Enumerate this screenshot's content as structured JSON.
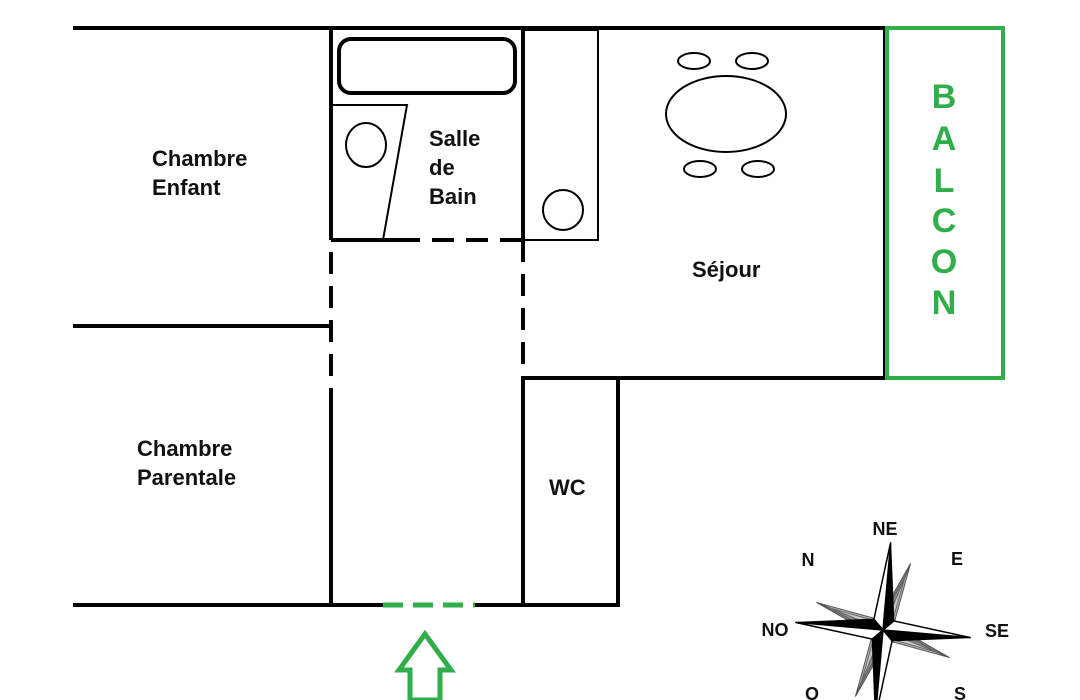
{
  "colors": {
    "wall": "#000000",
    "outline": "#2fae4a",
    "background": "#ffffff",
    "compass_dark": "#000000",
    "compass_light": "#9a9a9a"
  },
  "rooms": {
    "chambre_enfant": [
      "Chambre",
      "Enfant"
    ],
    "chambre_parentale": [
      "Chambre",
      "Parentale"
    ],
    "salle_de_bain": [
      "Salle",
      "de",
      "Bain"
    ],
    "sejour": "Séjour",
    "wc": "WC"
  },
  "balcony": {
    "letters": [
      "B",
      "A",
      "L",
      "C",
      "O",
      "N"
    ]
  },
  "compass": {
    "north": "N",
    "north_east": "NE",
    "east": "E",
    "south_east": "SE",
    "south": "S",
    "south_west": "O",
    "west": "NO"
  },
  "icons": {
    "entrance": "entrance-arrow-icon",
    "compass": "compass-rose-icon",
    "bathtub": "bathtub-icon",
    "dining_table": "dining-table-icon"
  }
}
